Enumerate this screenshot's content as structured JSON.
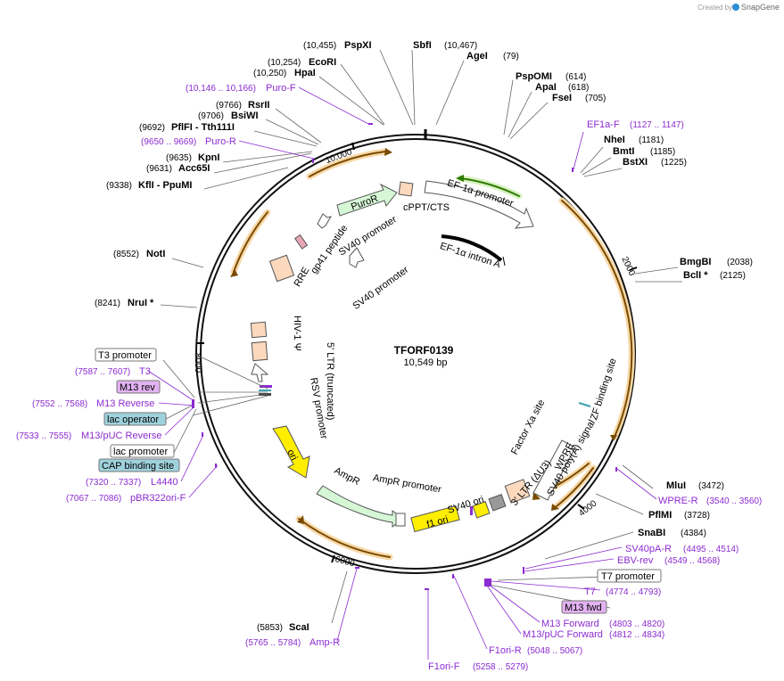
{
  "credit": {
    "text": "Created by",
    "brand": "SnapGene"
  },
  "map": {
    "name": "TFORF0139",
    "length": "10,549 bp",
    "ticks": [
      "2000",
      "4000",
      "6000",
      "8000",
      "10,000"
    ]
  },
  "enzymes": [
    {
      "pos": "(10,455)",
      "name": "PspXI"
    },
    {
      "pos": "(10,467)",
      "name": "SbfI"
    },
    {
      "pos": "(79)",
      "name": "AgeI"
    },
    {
      "pos": "(10,254)",
      "name": "EcoRI"
    },
    {
      "pos": "(10,250)",
      "name": "HpaI"
    },
    {
      "pos": "(614)",
      "name": "PspOMI"
    },
    {
      "pos": "(618)",
      "name": "ApaI"
    },
    {
      "pos": "(705)",
      "name": "FseI"
    },
    {
      "pos": "(9766)",
      "name": "RsrII"
    },
    {
      "pos": "(9706)",
      "name": "BsiWI"
    },
    {
      "pos": "(9692)",
      "name": "PflFI  - Tth111I"
    },
    {
      "pos": "(9635)",
      "name": "KpnI"
    },
    {
      "pos": "(9631)",
      "name": "Acc65I"
    },
    {
      "pos": "(9338)",
      "name": "KflI  - PpuMI"
    },
    {
      "pos": "(1181)",
      "name": "NheI"
    },
    {
      "pos": "(1185)",
      "name": "BmtI"
    },
    {
      "pos": "(1225)",
      "name": "BstXI"
    },
    {
      "pos": "(2038)",
      "name": "BmgBI"
    },
    {
      "pos": "(2125)",
      "name": "BclI *"
    },
    {
      "pos": "(8552)",
      "name": "NotI"
    },
    {
      "pos": "(8241)",
      "name": "NruI *"
    },
    {
      "pos": "(3472)",
      "name": "MluI"
    },
    {
      "pos": "(3728)",
      "name": "PflMI"
    },
    {
      "pos": "(4384)",
      "name": "SnaBI"
    },
    {
      "pos": "(5853)",
      "name": "ScaI"
    }
  ],
  "primers": [
    {
      "pos": "(10,146 .. 10,166)",
      "name": "Puro-F"
    },
    {
      "pos": "(9650 .. 9669)",
      "name": "Puro-R"
    },
    {
      "name": "EF1a-F",
      "pos": "(1127 .. 1147)"
    },
    {
      "pos": "(7587 .. 7607)",
      "name": "T3"
    },
    {
      "pos": "(7552 .. 7568)",
      "name": "M13 Reverse"
    },
    {
      "pos": "(7533 .. 7555)",
      "name": "M13/pUC Reverse"
    },
    {
      "pos": "(7320 .. 7337)",
      "name": "L4440"
    },
    {
      "pos": "(7067 .. 7086)",
      "name": "pBR322ori-F"
    },
    {
      "name": "WPRE-R",
      "pos": "(3540 .. 3560)"
    },
    {
      "name": "SV40pA-R",
      "pos": "(4495 .. 4514)"
    },
    {
      "name": "EBV-rev",
      "pos": "(4549 .. 4568)"
    },
    {
      "name": "T7",
      "pos": "(4774 .. 4793)"
    },
    {
      "name": "M13 Forward",
      "pos": "(4803 .. 4820)"
    },
    {
      "name": "M13/pUC Forward",
      "pos": "(4812 .. 4834)"
    },
    {
      "name": "F1ori-R",
      "pos": "(5048 .. 5067)"
    },
    {
      "name": "F1ori-F",
      "pos": "(5258 .. 5279)"
    },
    {
      "pos": "(5765 .. 5784)",
      "name": "Amp-R"
    }
  ],
  "boxed": {
    "t3_promoter": "T3 promoter",
    "m13_rev": "M13 rev",
    "lac_operator": "lac operator",
    "lac_promoter": "lac promoter",
    "cap_site": "CAP binding site",
    "t7_promoter": "T7 promoter",
    "m13_fwd": "M13 fwd"
  },
  "features": {
    "puror": "PuroR",
    "cppt": "cPPT/CTS",
    "ef1a_promoter": "EF-1α promoter",
    "ef1a_intron": "EF-1α intron A",
    "sv40_promoter_top": "SV40 promoter",
    "sv40_promoter_mid": "SV40 promoter",
    "gp41": "gp41 peptide",
    "rre": "RRE",
    "hiv_psi": "HIV-1 Ψ",
    "ltr5": "5′ LTR (truncated)",
    "rsv": "RSV promoter",
    "ori": "ori",
    "ampr": "AmpR",
    "ampr_promoter": "AmpR promoter",
    "f1ori": "f1 ori",
    "sv40_ori": "SV40 ori",
    "ltr3": "3′ LTR (ΔU3)",
    "sv40_polya": "SV40 poly(A) signal",
    "factor_xa": "Factor Xa site",
    "wpre": "WPRE",
    "zf": "ZF binding site"
  },
  "colors": {
    "primer": "#8c2bd1",
    "orange": "#e79526",
    "peach": "#fcd9bd",
    "green_feature": "#d6f7d6",
    "yellow": "#ffee00",
    "blue_box": "#9fd2dd",
    "purple_box": "#e3b2f2"
  }
}
